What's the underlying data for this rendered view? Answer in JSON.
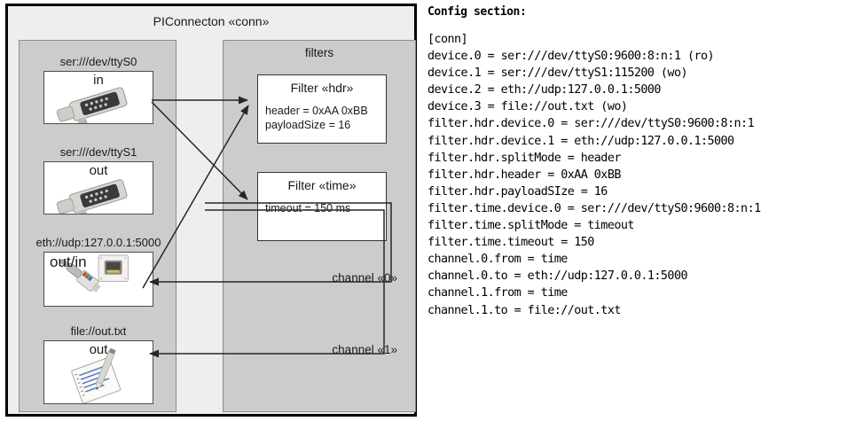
{
  "diagram": {
    "title": "PIConnecton «conn»",
    "devices_panel": {
      "title": "",
      "items": [
        {
          "caption": "ser:///dev/ttyS0",
          "direction": "in",
          "icon": "serial-port-icon"
        },
        {
          "caption": "ser:///dev/ttyS1",
          "direction": "out",
          "icon": "serial-port-icon"
        },
        {
          "caption": "eth://udp:127.0.0.1:5000",
          "direction": "out/in",
          "icon": "ethernet-jack-icon"
        },
        {
          "caption": "file://out.txt",
          "direction": "out",
          "icon": "text-document-icon"
        }
      ]
    },
    "filters_panel": {
      "title": "filters",
      "filters": [
        {
          "title": "Filter «hdr»",
          "props": [
            "header = 0xAA 0xBB",
            "payloadSize = 16"
          ]
        },
        {
          "title": "Filter «time»",
          "props": [
            "timeout = 150 ms"
          ]
        }
      ],
      "channels": [
        {
          "label": "channel «0»"
        },
        {
          "label": "channel «1»"
        }
      ]
    }
  },
  "config": {
    "heading": "Config section:",
    "text": "[conn]\ndevice.0 = ser:///dev/ttyS0:9600:8:n:1 (ro)\ndevice.1 = ser:///dev/ttyS1:115200 (wo)\ndevice.2 = eth://udp:127.0.0.1:5000\ndevice.3 = file://out.txt (wo)\nfilter.hdr.device.0 = ser:///dev/ttyS0:9600:8:n:1\nfilter.hdr.device.1 = eth://udp:127.0.0.1:5000\nfilter.hdr.splitMode = header\nfilter.hdr.header = 0xAA 0xBB\nfilter.hdr.payloadSIze = 16\nfilter.time.device.0 = ser:///dev/ttyS0:9600:8:n:1\nfilter.time.splitMode = timeout\nfilter.time.timeout = 150\nchannel.0.from = time\nchannel.0.to = eth://udp:127.0.0.1:5000\nchannel.1.from = time\nchannel.1.to = file://out.txt"
  },
  "colors": {
    "frame_border": "#000000",
    "frame_fill": "#eeeeee",
    "panel_fill": "#cccccc",
    "panel_border": "#8c8c8c",
    "box_fill": "#ffffff",
    "connector": "#262626"
  }
}
